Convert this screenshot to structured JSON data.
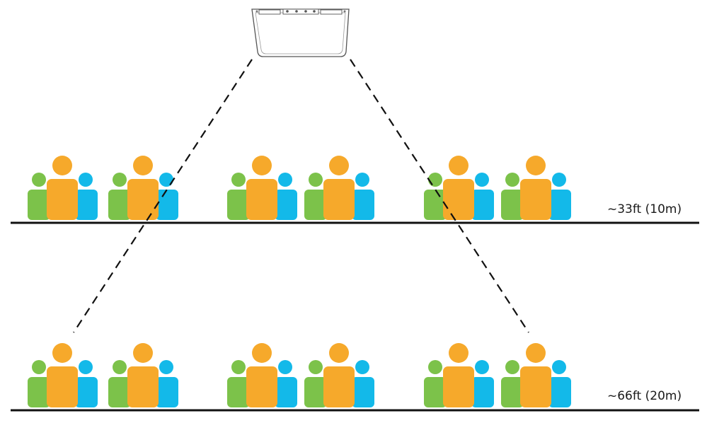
{
  "colors": {
    "green": "#7cc24a",
    "orange": "#f6a92b",
    "blue": "#13b9e9",
    "line": "#111111",
    "device_stroke": "#555555"
  },
  "icons": {
    "device": "ceiling-sensor-icon",
    "people": "people-group-icon"
  },
  "distances": {
    "near": "~33ft (10m)",
    "far": "~66ft (20m)"
  },
  "groups_per_row": 6
}
